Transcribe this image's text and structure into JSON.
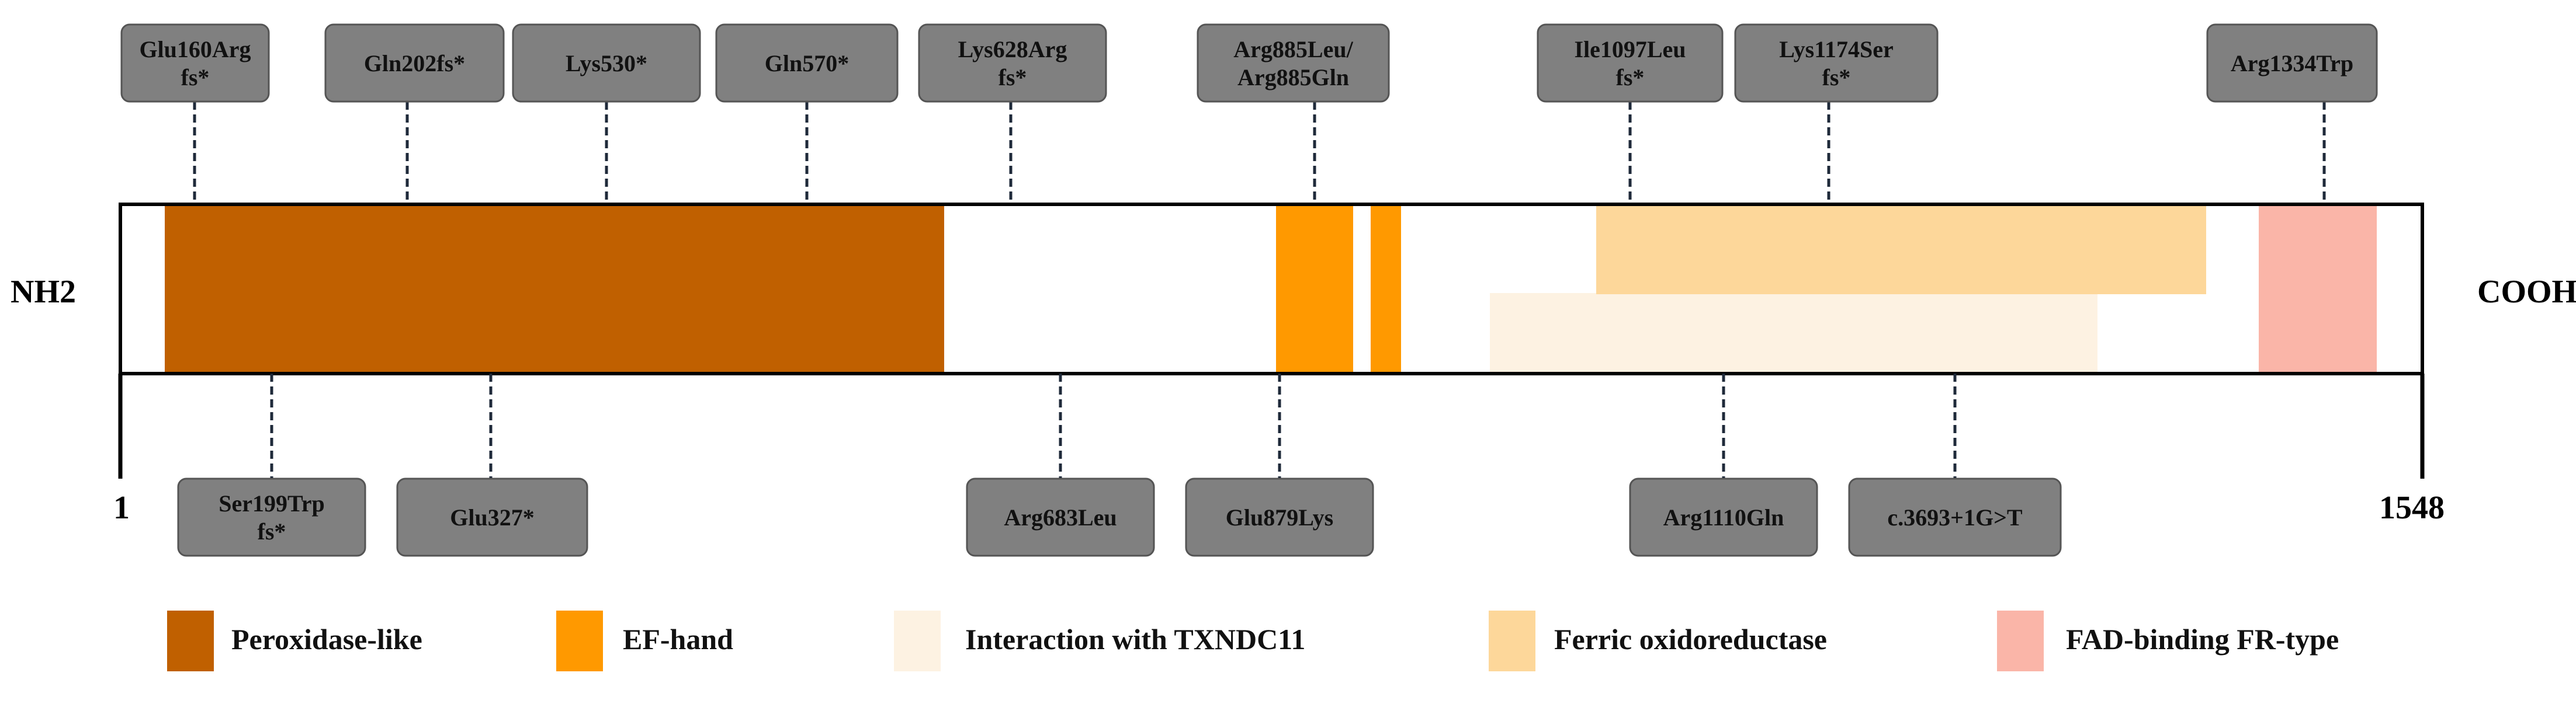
{
  "protein": {
    "start_label": "NH2",
    "end_label": "COOH",
    "start_pos": "1",
    "end_pos": "1548"
  },
  "domains": [
    {
      "name": "Peroxidase-like",
      "color": "#C06000"
    },
    {
      "name": "EF-hand",
      "color": "#FF9900"
    },
    {
      "name": "Interaction with TXNDC11",
      "color": "#FDF2E2"
    },
    {
      "name": "Ferric oxidoreductase",
      "color": "#FDD79A"
    },
    {
      "name": "FAD-binding FR-type",
      "color": "#FAB5A8"
    }
  ],
  "mutations_top": [
    {
      "lines": [
        "Glu160Arg",
        "fs*"
      ]
    },
    {
      "lines": [
        "Gln202fs*"
      ]
    },
    {
      "lines": [
        "Lys530*"
      ]
    },
    {
      "lines": [
        "Gln570*"
      ]
    },
    {
      "lines": [
        "Lys628Arg",
        "fs*"
      ]
    },
    {
      "lines": [
        "Arg885Leu/",
        "Arg885Gln"
      ]
    },
    {
      "lines": [
        "Ile1097Leu",
        "fs*"
      ]
    },
    {
      "lines": [
        "Lys1174Ser",
        "fs*"
      ]
    },
    {
      "lines": [
        "Arg1334Trp"
      ]
    }
  ],
  "mutations_bottom": [
    {
      "lines": [
        "Ser199Trp",
        "fs*"
      ]
    },
    {
      "lines": [
        "Glu327*"
      ]
    },
    {
      "lines": [
        "Arg683Leu"
      ]
    },
    {
      "lines": [
        "Glu879Lys"
      ]
    },
    {
      "lines": [
        "Arg1110Gln"
      ]
    },
    {
      "lines": [
        "c.3693+1G>T"
      ]
    }
  ],
  "colors": {
    "label_box": "#808080",
    "outline": "#000000"
  }
}
